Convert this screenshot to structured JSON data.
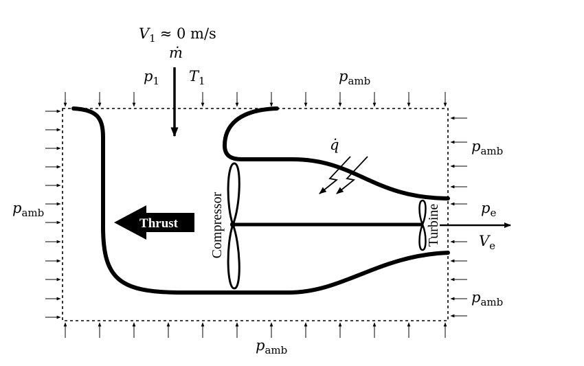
{
  "inlet": {
    "velocity_V": "V",
    "velocity_sub": "1",
    "velocity_rest": "≈ 0 m/s",
    "mdot": "ṁ",
    "p1": "p",
    "p1_sub": "1",
    "T1": "T",
    "T1_sub": "1"
  },
  "ambient": {
    "p": "p",
    "sub": "amb"
  },
  "heat": {
    "qdot": "q̇"
  },
  "exit": {
    "pe": "p",
    "pe_sub": "e",
    "Ve": "V",
    "Ve_sub": "e"
  },
  "components": {
    "compressor": "Compressor",
    "turbine": "Turbine",
    "thrust": "Thrust"
  },
  "colors": {
    "stroke": "#000000",
    "background": "#ffffff",
    "thrust_text": "#ffffff"
  }
}
